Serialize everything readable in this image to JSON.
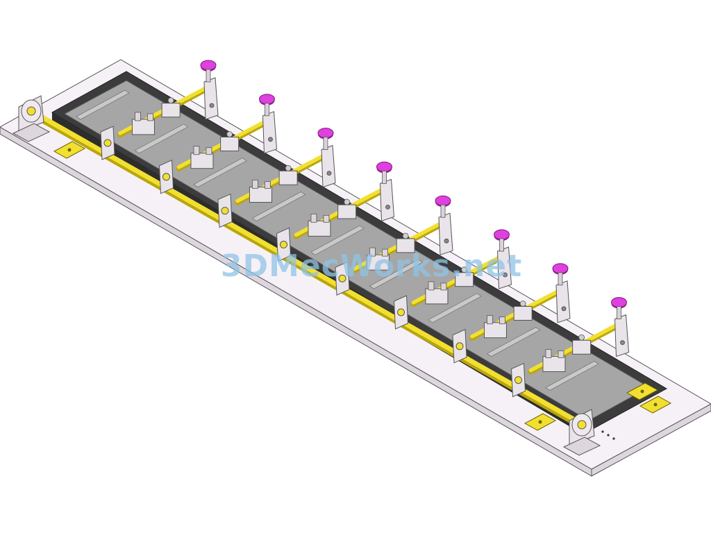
{
  "watermark": {
    "text": "3DMecWorks.net"
  },
  "colors": {
    "base_plate": "#f6f1f6",
    "base_edge": "#555555",
    "frame_dark": "#3c3c3c",
    "tray_floor": "#a6a6a6",
    "tray_wall": "#c9c9c9",
    "rail_yellow": "#f2e030",
    "rail_yellow_dark": "#b9a60e",
    "clamp_body": "#e9e3ea",
    "knob_magenta": "#e040e0",
    "knob_magenta_dark": "#9b1f9b",
    "watermark_blue": "#8fc3e6"
  },
  "assembly": {
    "clamp_station_count": 8,
    "fixing_bracket_count": 4,
    "end_support_count": 2
  }
}
